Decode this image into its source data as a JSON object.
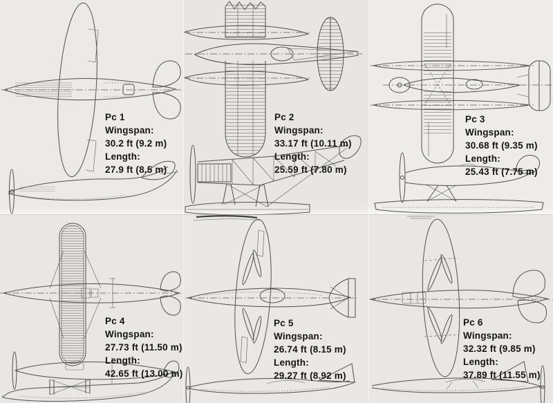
{
  "sheet": {
    "description": "Six-panel comparison sheet of Pc seaplane racer line drawings, plan and side views",
    "colors": {
      "background": "#e9e8e5",
      "ink": "#4f4f4f",
      "text_ink": "#141414"
    }
  },
  "labels": {
    "wingspan": "Wingspan:",
    "length": "Length:"
  },
  "panels": [
    {
      "name": "Pc 1",
      "wingspan": "30.2 ft (9.2 m)",
      "length": "27.9 ft (8.5 m)"
    },
    {
      "name": "Pc 2",
      "wingspan": "33.17 ft (10.11 m)",
      "length": "25.59 ft (7.80 m)"
    },
    {
      "name": "Pc 3",
      "wingspan": "30.68 ft (9.35 m)",
      "length": "25.43 ft (7.75 m)"
    },
    {
      "name": "Pc 4",
      "wingspan": "27.73 ft (11.50 m)",
      "length": "42.65 ft (13.00 m)"
    },
    {
      "name": "Pc 5",
      "wingspan": "26.74 ft (8.15 m)",
      "length": "29.27 ft (8.92 m)"
    },
    {
      "name": "Pc 6",
      "wingspan": "32.32 ft (9.85 m)",
      "length": "37.89 ft (11.55 m)"
    }
  ]
}
